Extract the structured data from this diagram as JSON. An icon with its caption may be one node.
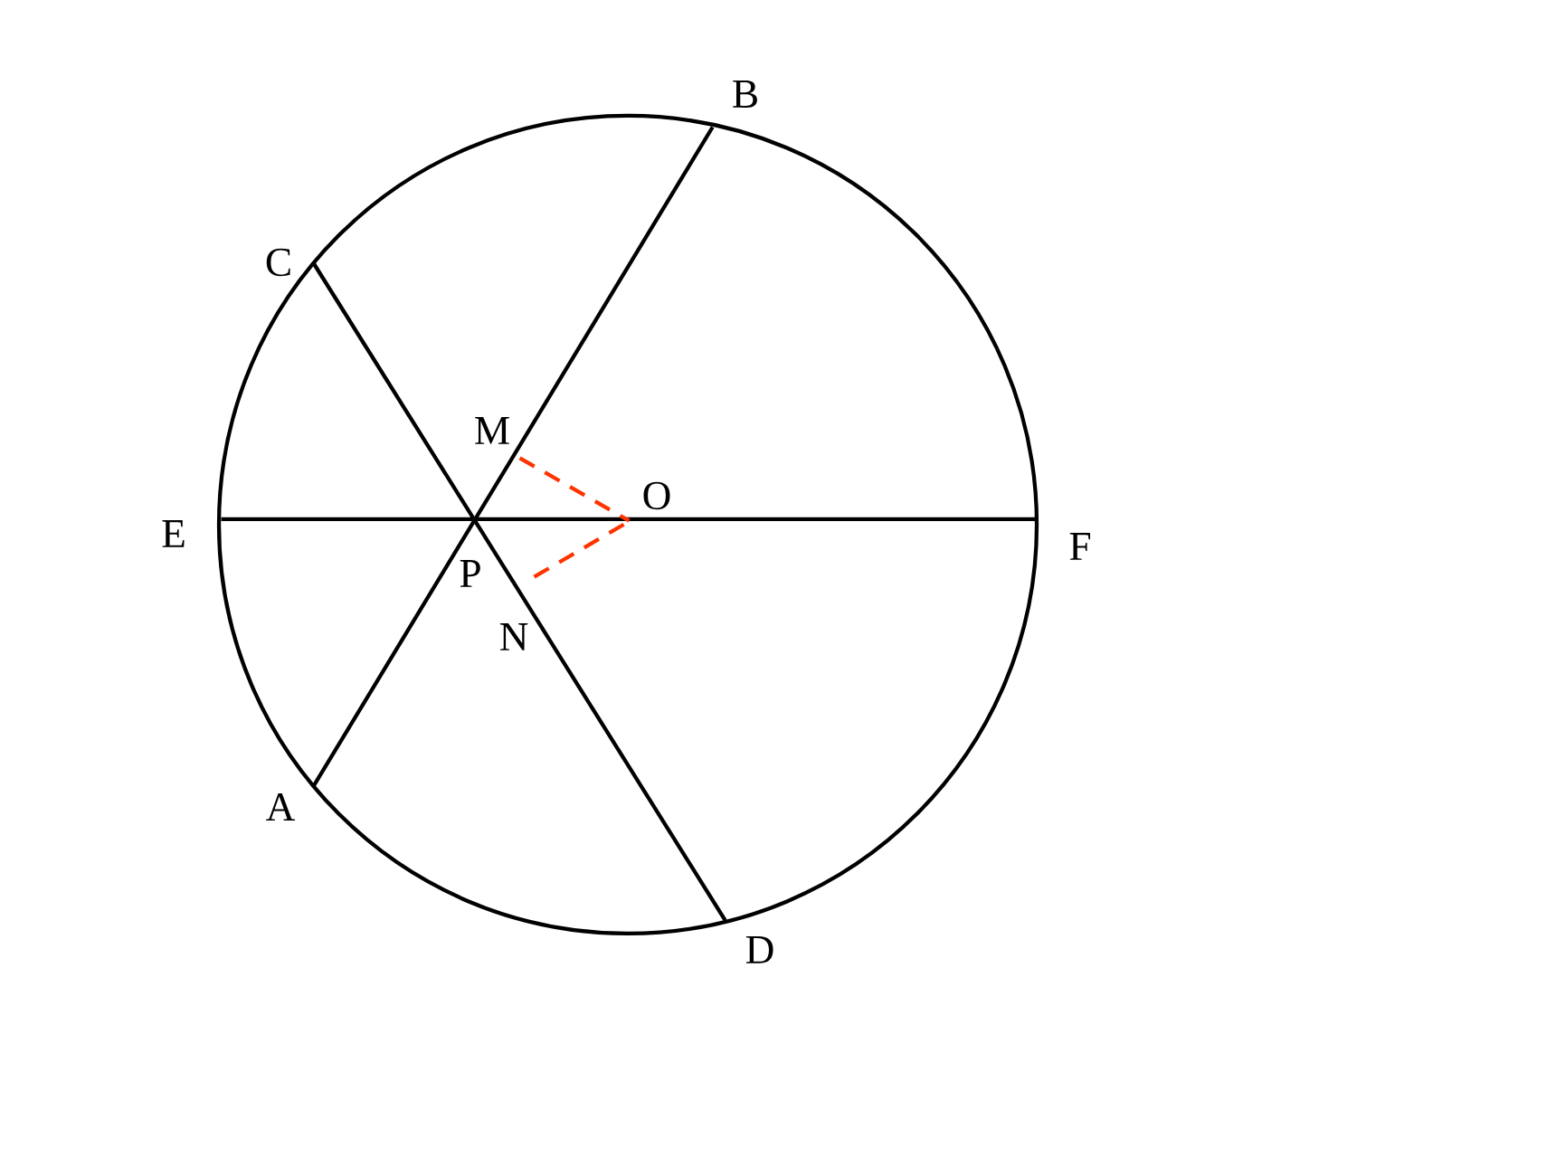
{
  "diagram": {
    "nodes": [
      {
        "text": [
          "B"
        ]
      },
      {
        "text": [
          "C"
        ]
      },
      {
        "text": [
          "M"
        ]
      },
      {
        "text": [
          "O"
        ]
      },
      {
        "text": [
          "E"
        ]
      },
      {
        "text": [
          "F"
        ]
      },
      {
        "text": [
          "P"
        ]
      },
      {
        "text": [
          "N"
        ]
      },
      {
        "text": [
          "A"
        ]
      },
      {
        "text": [
          "D"
        ]
      }
    ],
    "edges": [
      {
        "from": 8,
        "to": 0,
        "arrow": "none"
      },
      {
        "from": 1,
        "to": 9,
        "arrow": "none"
      },
      {
        "from": 4,
        "to": 5,
        "arrow": "none"
      },
      {
        "from": 2,
        "to": 3,
        "arrow": "none",
        "style": "dashed",
        "color": "#ff3300"
      },
      {
        "from": 7,
        "to": 3,
        "arrow": "none",
        "style": "dashed",
        "color": "#ff3300"
      }
    ]
  }
}
